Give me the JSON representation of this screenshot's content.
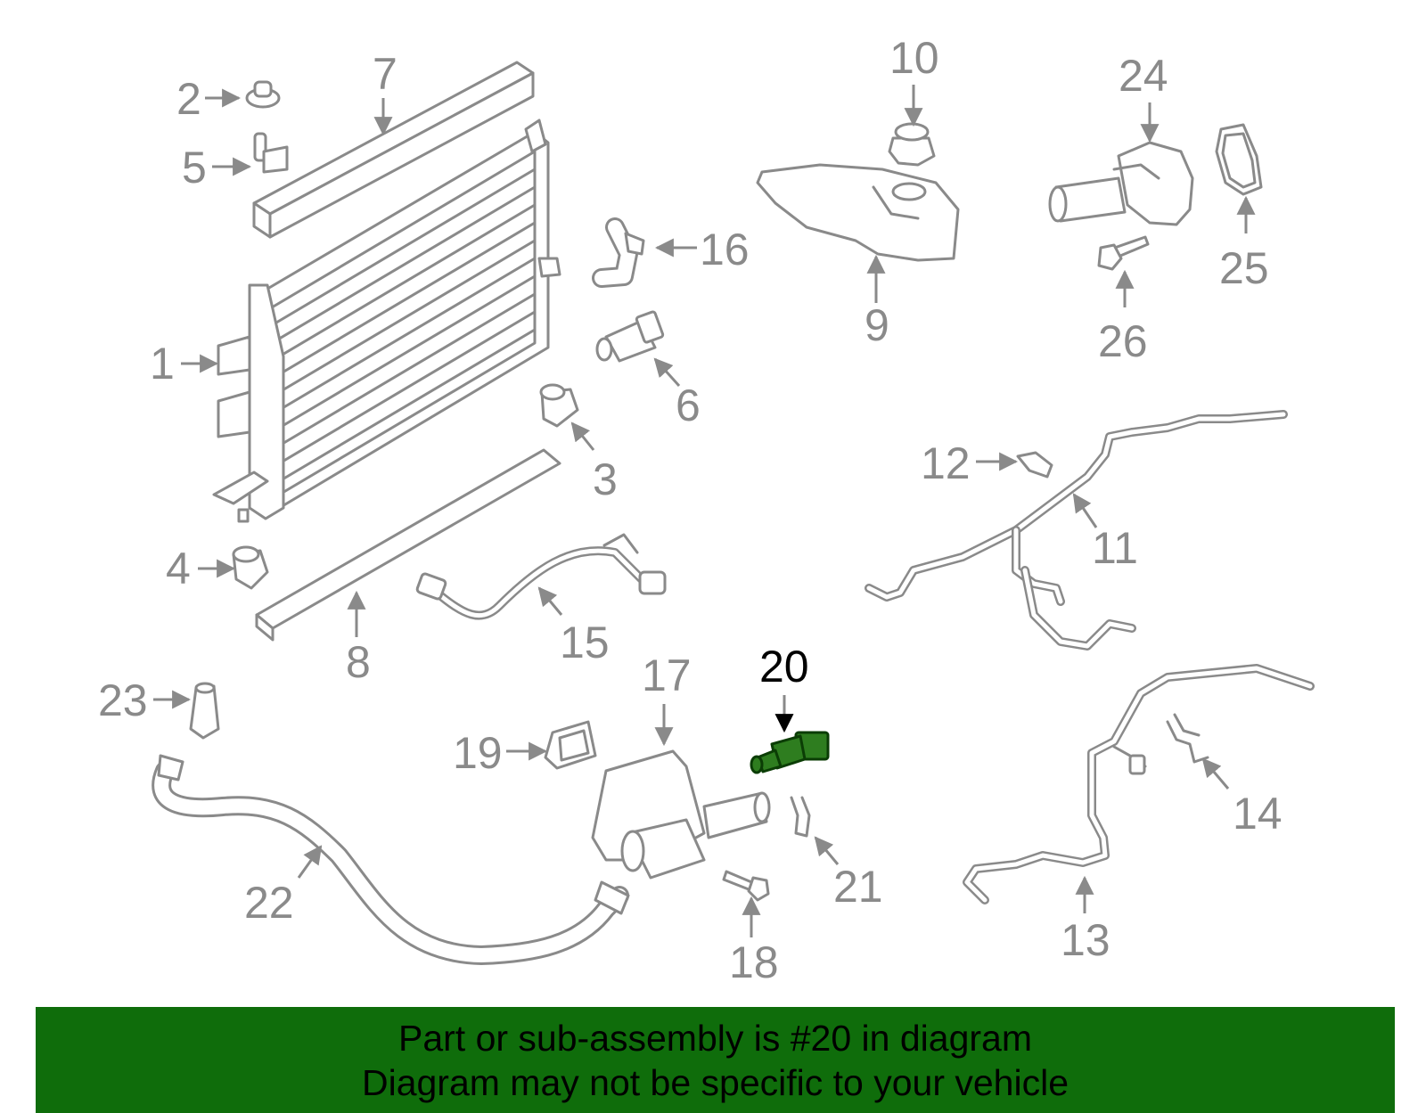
{
  "callouts": [
    "1",
    "2",
    "3",
    "4",
    "5",
    "6",
    "7",
    "8",
    "9",
    "10",
    "11",
    "12",
    "13",
    "14",
    "15",
    "16",
    "17",
    "18",
    "19",
    "20",
    "21",
    "22",
    "23",
    "24",
    "25",
    "26"
  ],
  "highlighted_callout": "20",
  "banner": {
    "line1": "Part or sub-assembly is #20 in diagram",
    "line2": "Diagram may not be specific to your vehicle"
  },
  "colors": {
    "line_art": "#8a8a8a",
    "highlight_part": "#2e7d1f",
    "banner_bg": "#0f6d0b"
  }
}
